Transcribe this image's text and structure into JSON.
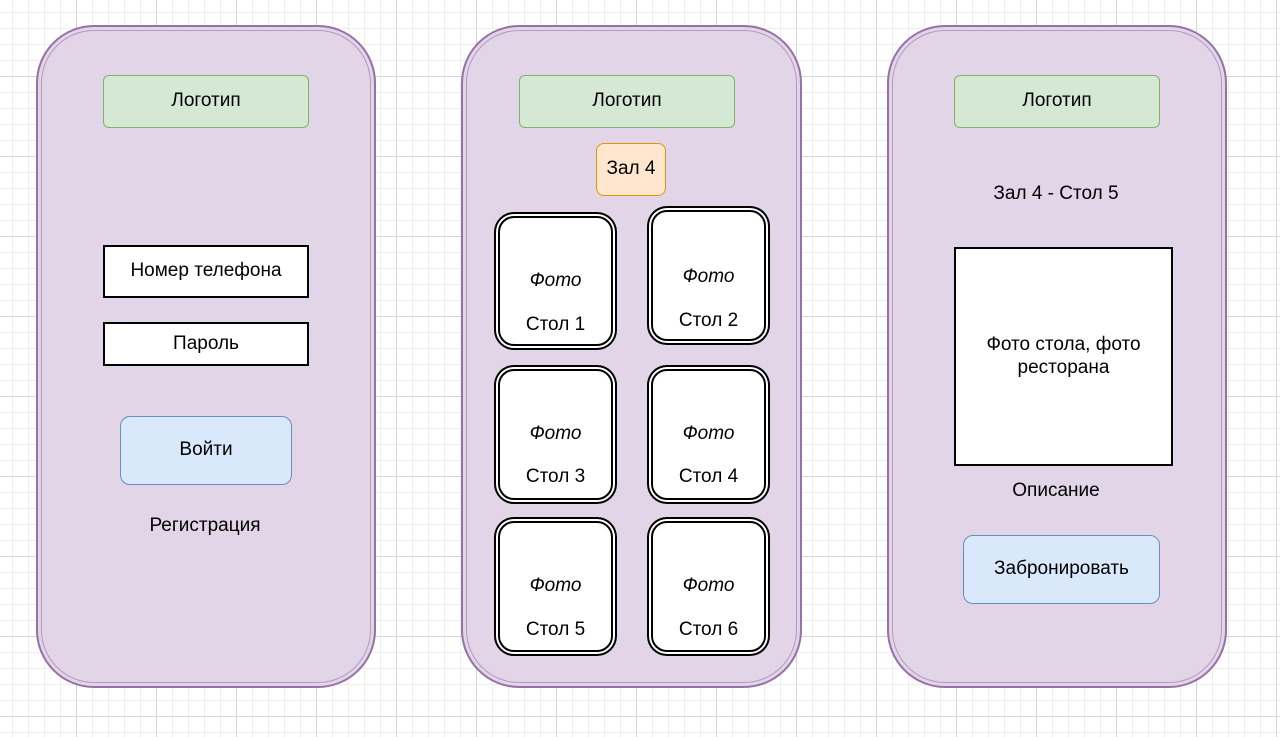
{
  "screens": {
    "login": {
      "logo": "Логотип",
      "phone_field": "Номер телефона",
      "password_field": "Пароль",
      "login_button": "Войти",
      "register_link": "Регистрация"
    },
    "hall": {
      "logo": "Логотип",
      "hall_badge": "Зал 4",
      "tables": [
        {
          "photo": "Фото",
          "name": "Стол 1"
        },
        {
          "photo": "Фото",
          "name": "Стол 2"
        },
        {
          "photo": "Фото",
          "name": "Стол 3"
        },
        {
          "photo": "Фото",
          "name": "Стол 4"
        },
        {
          "photo": "Фото",
          "name": "Стол 5"
        },
        {
          "photo": "Фото",
          "name": "Стол 6"
        }
      ]
    },
    "table": {
      "logo": "Логотип",
      "title": "Зал 4 - Стол 5",
      "photo_placeholder": "Фото стола, фото ресторана",
      "description": "Описание",
      "book_button": "Забронировать"
    }
  },
  "colors": {
    "phone_fill": "#e1d5e7",
    "phone_stroke": "#9673a6",
    "logo_fill": "#d5e8d4",
    "logo_stroke": "#82b366",
    "button_fill": "#dae8fc",
    "button_stroke": "#6c8ebf",
    "hall_fill": "#ffe6cc",
    "hall_stroke": "#d79b00"
  }
}
